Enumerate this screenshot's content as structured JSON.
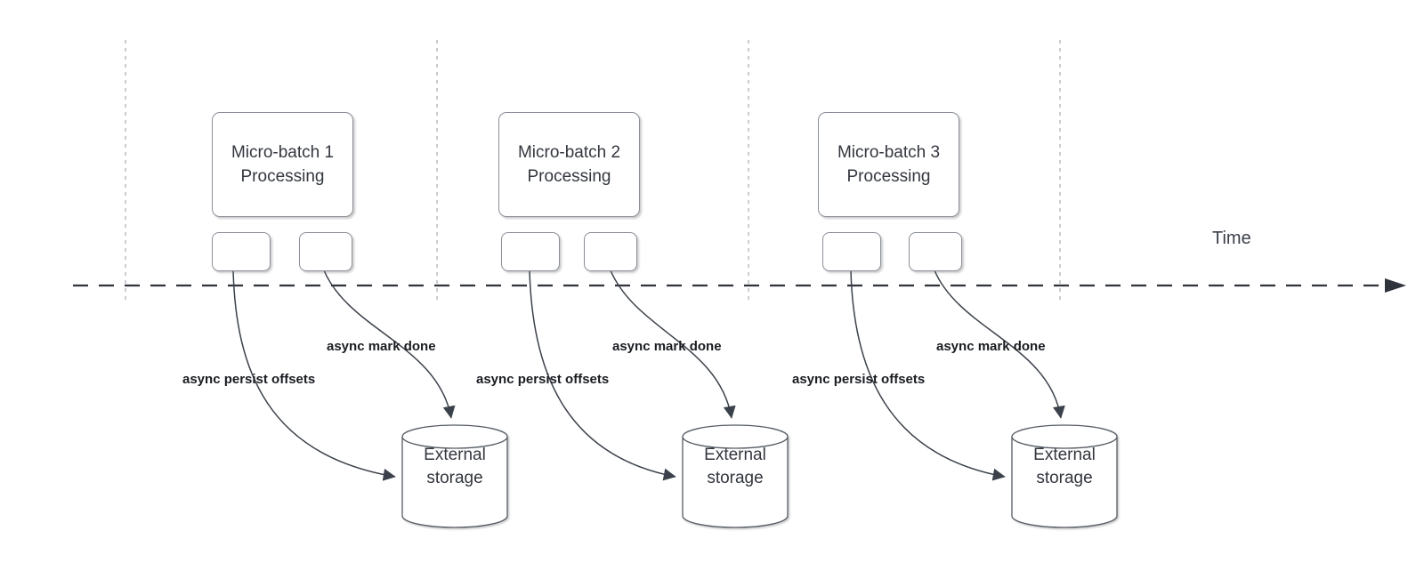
{
  "axis": {
    "time_label": "Time"
  },
  "colors": {
    "background": "#ffffff",
    "guide_line": "#b5b7bb",
    "time_axis": "#2e333c",
    "connector": "#3b414a",
    "shape_border": "#8a8f97",
    "cylinder_border": "#565c64",
    "shape_text": "#33373e",
    "annotation_text": "#191c21"
  },
  "groups": [
    {
      "title": "Micro-batch 1",
      "subtitle": "Processing",
      "persist_label": "async persist offsets",
      "done_label": "async mark done",
      "storage_line1": "External",
      "storage_line2": "storage"
    },
    {
      "title": "Micro-batch 2",
      "subtitle": "Processing",
      "persist_label": "async persist offsets",
      "done_label": "async mark done",
      "storage_line1": "External",
      "storage_line2": "storage"
    },
    {
      "title": "Micro-batch 3",
      "subtitle": "Processing",
      "persist_label": "async persist offsets",
      "done_label": "async mark done",
      "storage_line1": "External",
      "storage_line2": "storage"
    }
  ]
}
